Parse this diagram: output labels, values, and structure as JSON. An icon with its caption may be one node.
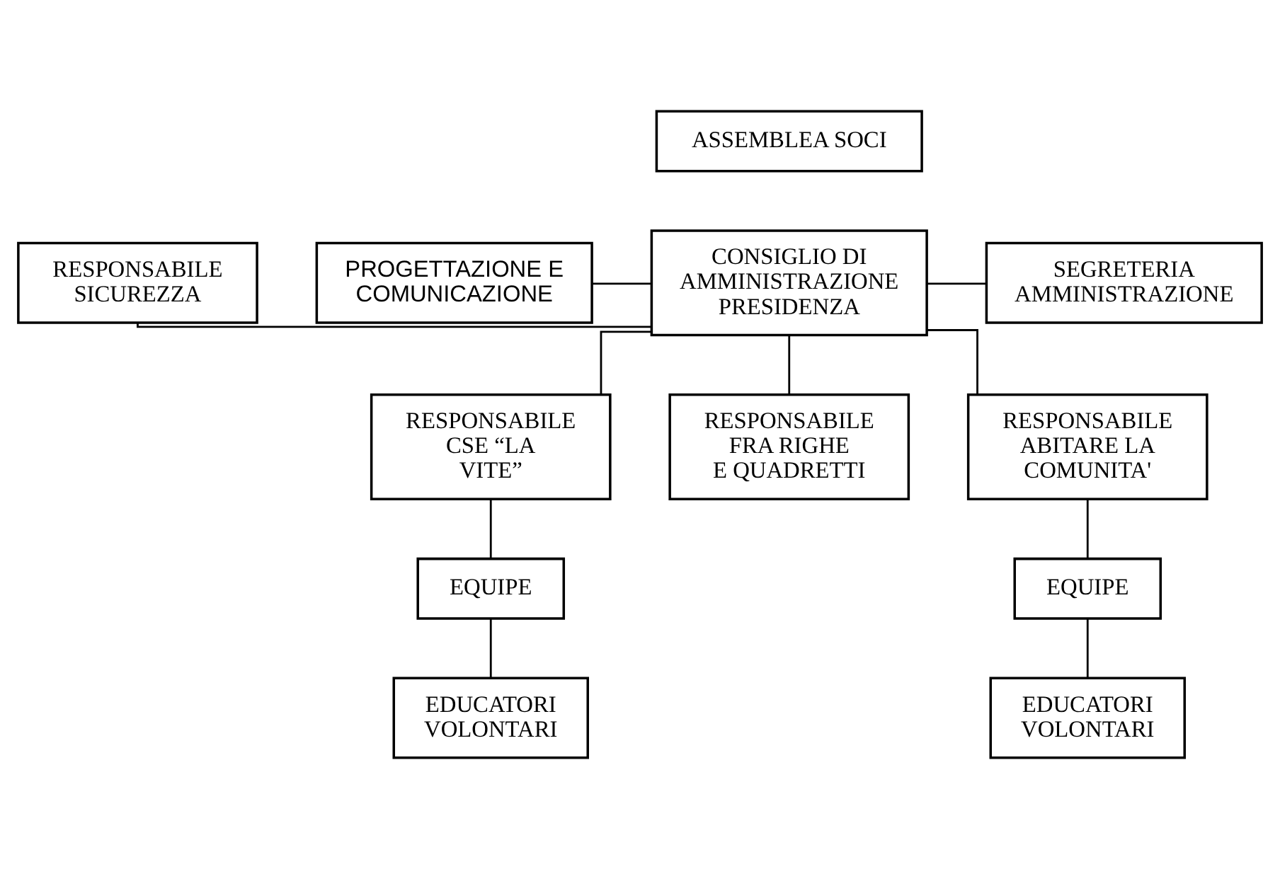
{
  "diagram": {
    "nodes": [
      {
        "text": [
          "ASSEMBLEA SOCI"
        ]
      },
      {
        "text": [
          "RESPONSABILE SICUREZZA"
        ]
      },
      {
        "text": [
          "CONSIGLIO DI AMMINISTRAZIONE PRESIDENZA"
        ]
      },
      {
        "text": [
          "SEGRETERIA AMMINISTRAZIONE"
        ]
      },
      {
        "text": [
          "PROGETTAZIONE E COMUNICAZIONE"
        ]
      },
      {
        "text": [
          "RESPONSABILE CSE “LA VITE”"
        ]
      },
      {
        "text": [
          "RESPONSABILE FRA RIGHE E QUADRETTI"
        ]
      },
      {
        "text": [
          "RESPONSABILE ABITARE LA COMUNITA'"
        ]
      },
      {
        "text": [
          "EQUIPE"
        ]
      },
      {
        "text": [
          "EQUIPE"
        ]
      },
      {
        "text": [
          "EDUCATORI VOLONTARI"
        ]
      },
      {
        "text": [
          "EDUCATORI VOLONTARI"
        ]
      }
    ],
    "edges": [
      {
        "from": 1,
        "to": 2,
        "arrow": "none"
      },
      {
        "from": 4,
        "to": 2,
        "arrow": "none"
      },
      {
        "from": 2,
        "to": 3,
        "arrow": "none"
      },
      {
        "from": 2,
        "to": 5,
        "arrow": "none"
      },
      {
        "from": 2,
        "to": 6,
        "arrow": "none"
      },
      {
        "from": 2,
        "to": 7,
        "arrow": "none"
      },
      {
        "from": 5,
        "to": 8,
        "arrow": "none"
      },
      {
        "from": 8,
        "to": 10,
        "arrow": "none"
      },
      {
        "from": 7,
        "to": 9,
        "arrow": "none"
      },
      {
        "from": 9,
        "to": 11,
        "arrow": "none"
      }
    ]
  }
}
